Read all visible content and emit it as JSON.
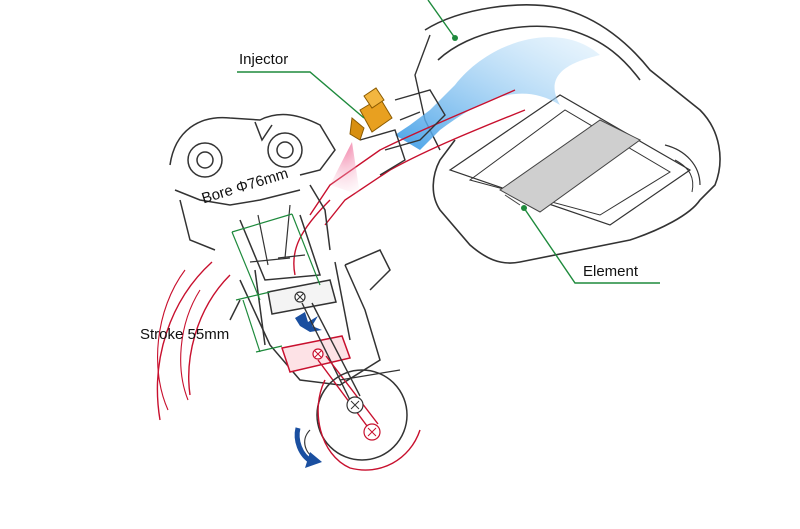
{
  "labels": {
    "injector": "Injector",
    "element": "Element",
    "bore": "Bore Φ76mm",
    "stroke": "Stroke 55mm"
  },
  "colors": {
    "leader": "#1e8a3c",
    "outline": "#333333",
    "intake_path": "#c8102e",
    "airflow": "#4aa8e8",
    "injector": "#e8a020",
    "rotation_arrow": "#1a4fa0",
    "spray": "#f3a6c0"
  }
}
